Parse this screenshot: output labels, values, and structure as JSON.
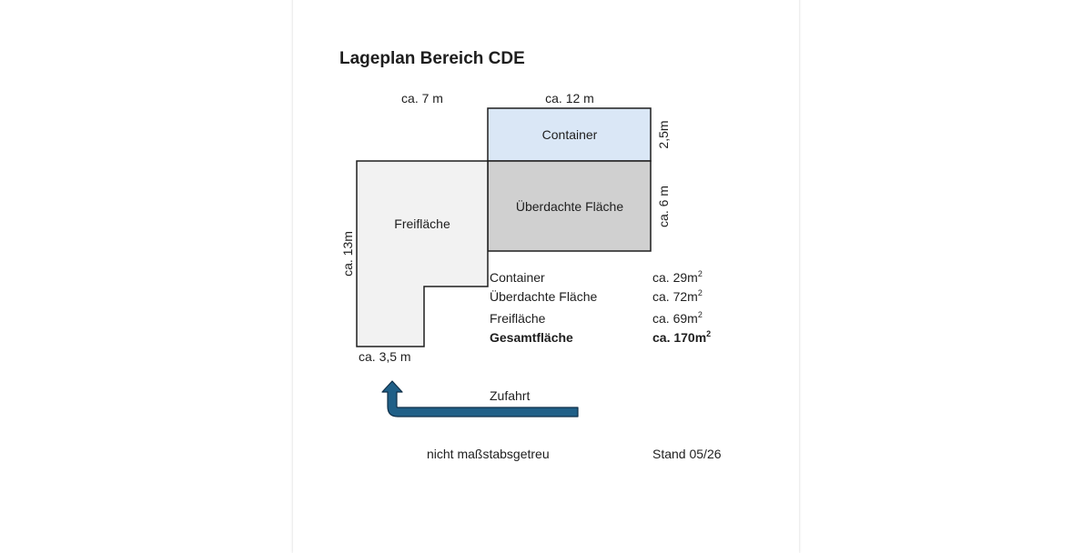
{
  "title": "Lageplan Bereich CDE",
  "dimensions": {
    "top_left": "ca. 7 m",
    "top_right": "ca. 12 m",
    "container_height": "2,5m",
    "covered_height": "ca. 6 m",
    "left_height": "ca. 13m",
    "bottom_width": "ca. 3,5 m"
  },
  "areas": {
    "container": {
      "label": "Container",
      "color": "#dae7f6"
    },
    "covered": {
      "label": "Überdachte Fläche",
      "color": "#d0d0d0"
    },
    "open": {
      "label": "Freifläche",
      "color": "#f2f2f2"
    }
  },
  "area_table": [
    {
      "name": "Container",
      "value": "ca. 29m",
      "unit_sup": "2",
      "bold": false
    },
    {
      "name": "Überdachte Fläche",
      "value": "ca. 72m",
      "unit_sup": "2",
      "bold": false
    },
    {
      "name": "Freifläche",
      "value": "ca. 69m",
      "unit_sup": "2",
      "bold": false
    },
    {
      "name": "Gesamtfläche",
      "value": "ca. 170m",
      "unit_sup": "2",
      "bold": true
    }
  ],
  "access": {
    "label": "Zufahrt",
    "arrow_color": "#1f5f87",
    "arrow_outline": "#0f2f48"
  },
  "footer": {
    "scale_note": "nicht maßstabsgetreu",
    "version": "Stand 05/26"
  }
}
